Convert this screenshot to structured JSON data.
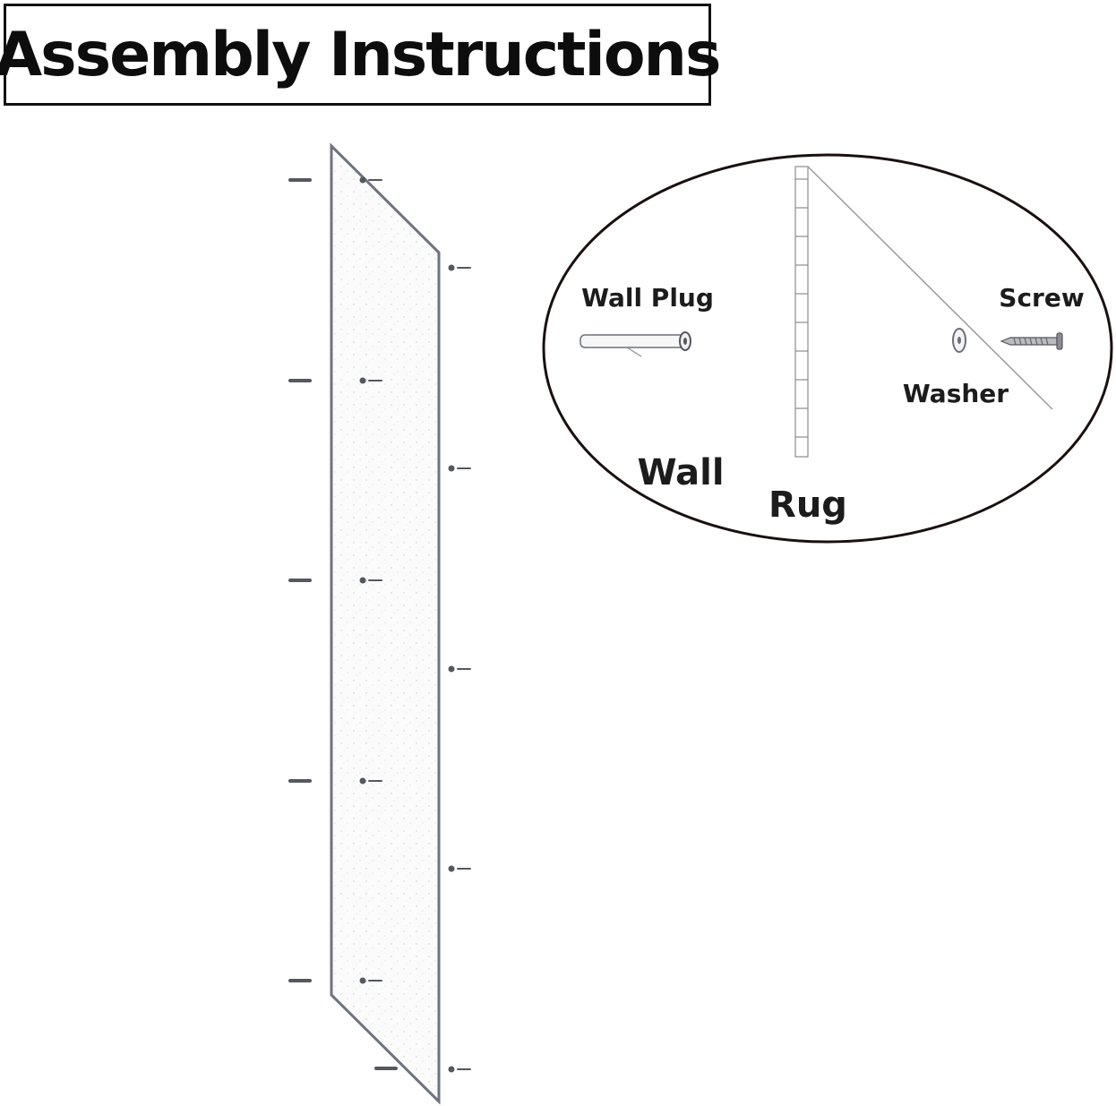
{
  "title": "Assembly Instructions",
  "detail": {
    "wall_plug_label": "Wall Plug",
    "screw_label": "Screw",
    "washer_label": "Washer",
    "wall_label": "Wall",
    "rug_label": "Rug"
  },
  "colors": {
    "outline": "#1a1010",
    "panel_edge": "#6f7380",
    "hardware": "#55585f"
  }
}
